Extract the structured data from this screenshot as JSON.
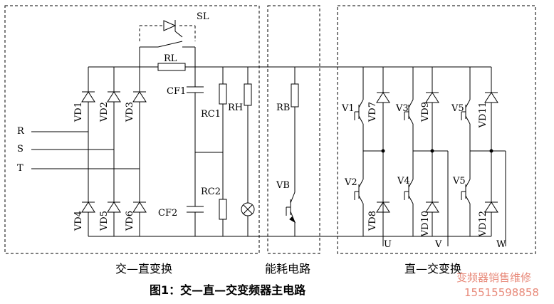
{
  "caption": "图1：交—直—交变频器主电路",
  "sections": {
    "acdc": "交—直变换",
    "brake": "能耗电路",
    "dcac": "直—交变换"
  },
  "inputs": {
    "r": "R",
    "s": "S",
    "t": "T"
  },
  "outputs": {
    "u": "U",
    "v": "V",
    "w": "W"
  },
  "components": {
    "sl": "SL",
    "rl": "RL",
    "cf1": "CF1",
    "cf2": "CF2",
    "rc1": "RC1",
    "rc2": "RC2",
    "rh": "RH",
    "rb": "RB",
    "vb": "VB",
    "v1": "V1",
    "v2": "V2",
    "v3": "V3",
    "v4": "V4",
    "v5a": "V5",
    "v5b": "V5",
    "vd1": "VD1",
    "vd2": "VD2",
    "vd3": "VD3",
    "vd4": "VD4",
    "vd5": "VD5",
    "vd6": "VD6",
    "vd7": "VD7",
    "vd8": "VD8",
    "vd9": "VD9",
    "vd10": "VD10",
    "vd11": "VD11",
    "vd12": "VD12"
  },
  "watermark": {
    "line1": "变频器销售维修",
    "line2": "15515598858"
  }
}
